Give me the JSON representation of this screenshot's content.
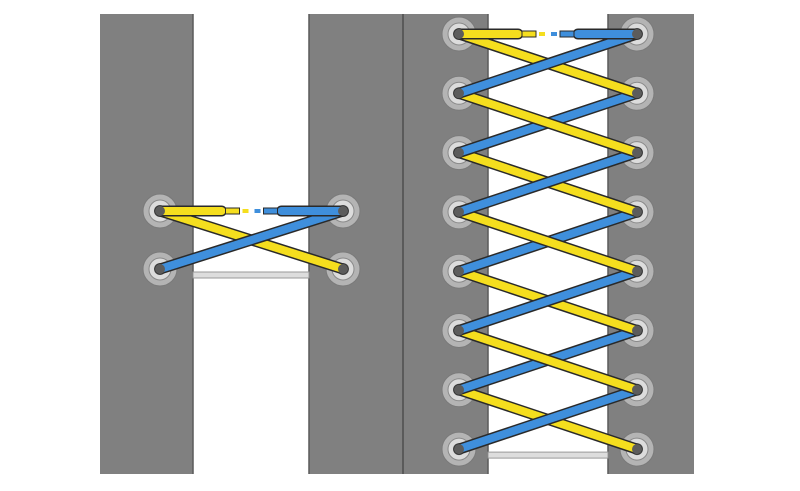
{
  "colors": {
    "background": "#ffffff",
    "panel": "#808080",
    "panel_edge": "#5a5a5a",
    "tongue": "#ffffff",
    "eyelet_outer": "#b4b4b4",
    "eyelet_ring": "#dcdcdc",
    "eyelet_hole": "#5c5c5c",
    "lace_yellow": "#f5de1e",
    "lace_blue": "#3f8fdc",
    "lace_outline": "#2a2a2a",
    "bottom_bar": "#dddddd"
  },
  "diagrams": [
    {
      "name": "lacing-short",
      "eyelet_rows": 2
    },
    {
      "name": "lacing-long",
      "eyelet_rows": 8
    }
  ]
}
